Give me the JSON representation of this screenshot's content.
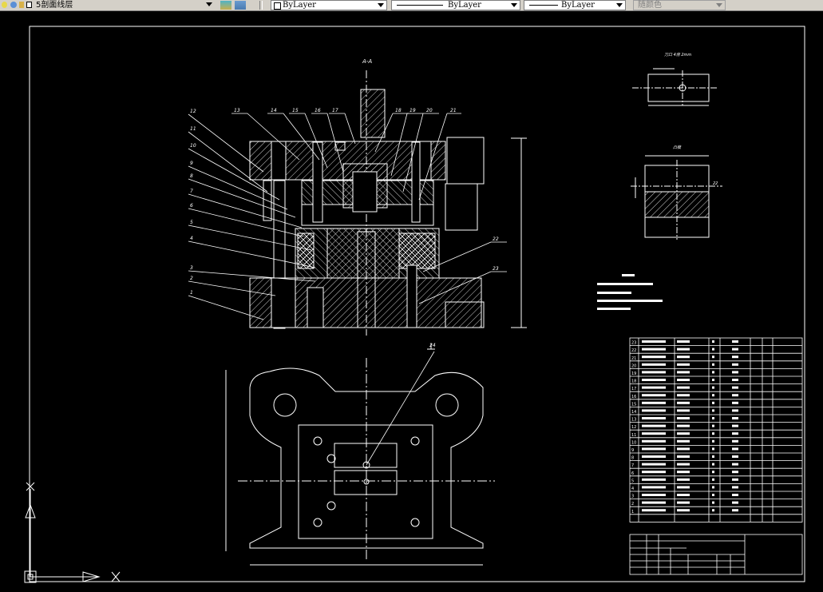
{
  "toolbar": {
    "layer_name": "5剖面线层",
    "color_value": "ByLayer",
    "linetype_value": "ByLayer",
    "lineweight_value": "ByLayer",
    "plotstyle_value": "随颜色"
  },
  "drawing": {
    "section_label": "A-A",
    "detail1_title": "刀口 4倍 2mm",
    "detail2_title": "凸模",
    "dim_b": "22",
    "callouts_left": [
      "12",
      "11",
      "10",
      "9",
      "8",
      "7",
      "6",
      "5",
      "4",
      "3",
      "2",
      "1"
    ],
    "callouts_top": [
      "13",
      "14",
      "15",
      "16",
      "17",
      "18",
      "19",
      "20",
      "21"
    ],
    "callouts_right": [
      "22",
      "23"
    ],
    "callout_plan": "24",
    "bom_rows": [
      "23",
      "22",
      "21",
      "20",
      "19",
      "18",
      "17",
      "16",
      "15",
      "14",
      "13",
      "12",
      "11",
      "10",
      "9",
      "8",
      "7",
      "6",
      "5",
      "4",
      "3",
      "2",
      "1"
    ]
  },
  "colors": {
    "background": "#000000",
    "lines": "#ffffff",
    "toolbar": "#d4d0c8"
  }
}
